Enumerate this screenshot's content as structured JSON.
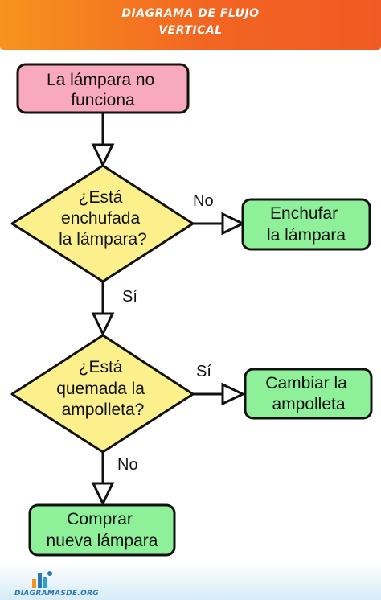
{
  "header": {
    "line1": "DIAGRAMA DE FLUJO",
    "line2": "VERTICAL"
  },
  "colors": {
    "start": "#f8a9bd",
    "decision": "#fbf08b",
    "action": "#8ff09a",
    "stroke": "#111111",
    "header": "#f26522"
  },
  "nodes": {
    "start": {
      "lines": [
        "La lámpara no",
        "funciona"
      ]
    },
    "decision1": {
      "lines": [
        "¿Está",
        "enchufada",
        "la lámpara?"
      ]
    },
    "action1": {
      "lines": [
        "Enchufar",
        "la lámpara"
      ]
    },
    "decision2": {
      "lines": [
        "¿Está",
        "quemada la",
        "ampolleta?"
      ]
    },
    "action2": {
      "lines": [
        "Cambiar la",
        "ampolleta"
      ]
    },
    "end": {
      "lines": [
        "Comprar",
        "nueva lámpara"
      ]
    }
  },
  "edges": {
    "d1_no": "No",
    "d1_yes": "Sí",
    "d2_yes": "Sí",
    "d2_no": "No"
  },
  "footer": {
    "site": "DIAGRAMASDE.ORG"
  }
}
